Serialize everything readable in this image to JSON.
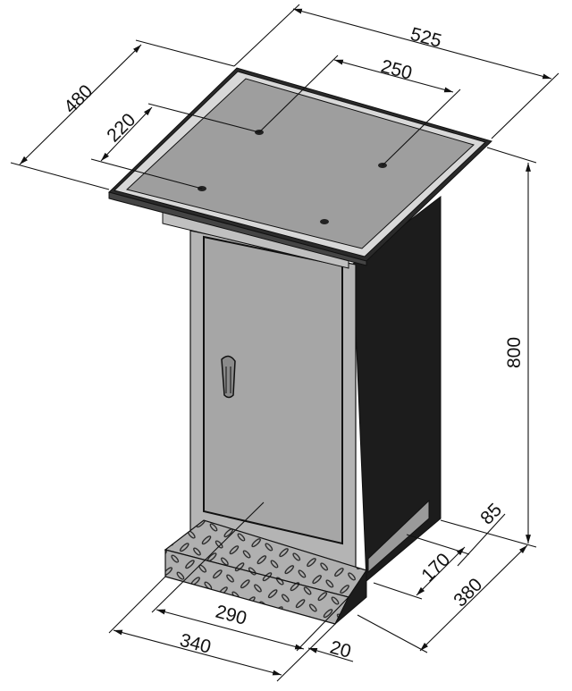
{
  "diagram": {
    "subject": "Workbench stand cabinet with door and checker-plate base",
    "colors": {
      "background": "#ffffff",
      "top_surface": "#9e9e9e",
      "top_rim_inner": "#d8d8d8",
      "front_frame": "#b4b4b4",
      "door": "#a6a6a6",
      "side_panel": "#1c1c1c",
      "base_plate": "#b0b0b0",
      "line": "#111111"
    },
    "dimensions": {
      "top_width": "525",
      "top_depth": "480",
      "hole_spacing_x": "250",
      "hole_spacing_y": "220",
      "height": "800",
      "base_depth": "380",
      "base_step_depth": "170",
      "base_offset": "85",
      "cabinet_width_inner": "290",
      "cabinet_width_outer": "340",
      "base_side_offset": "20"
    },
    "components": [
      "table-top",
      "mounting-holes",
      "cabinet-body",
      "door",
      "door-handle",
      "side-panel",
      "checker-plate-base"
    ]
  }
}
